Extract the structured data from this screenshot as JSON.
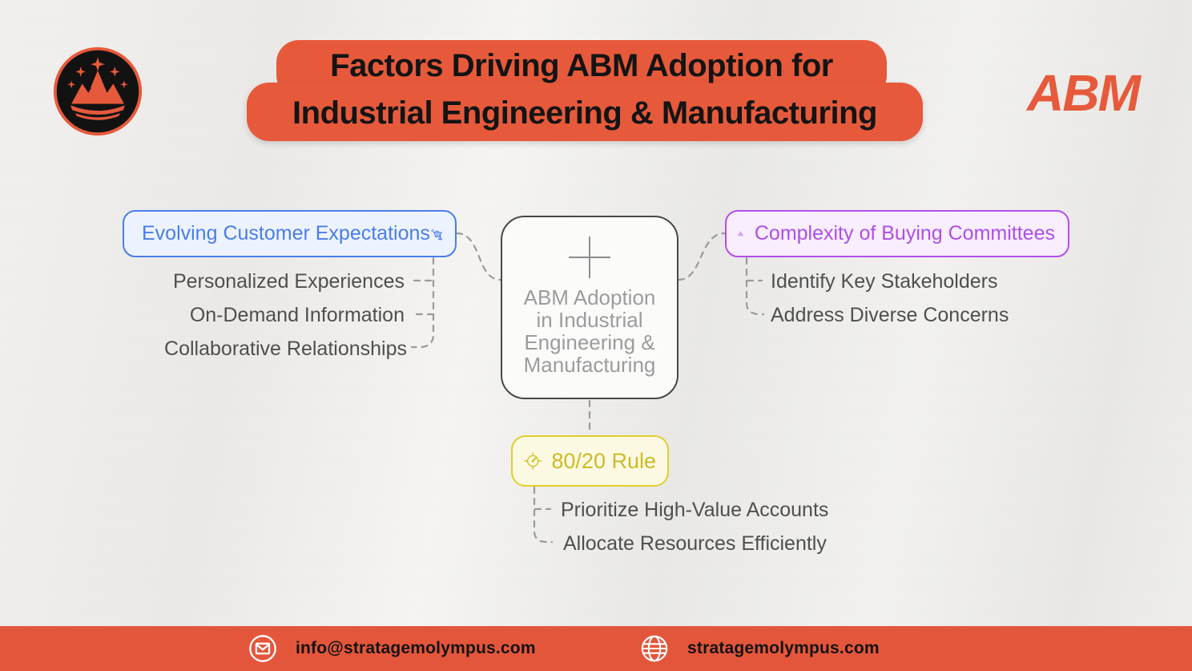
{
  "header": {
    "logo_icon": "mountain-crown-logo",
    "title_line1": "Factors Driving ABM Adoption for",
    "title_line2": "Industrial Engineering & Manufacturing",
    "brand_text": "ABM"
  },
  "colors": {
    "accent_orange": "#E65A3B",
    "branch_blue": "#4A7DE8",
    "branch_purple": "#B44FE8",
    "branch_yellow": "#E0CE2E",
    "connector_gray": "#9A9A9A"
  },
  "mindmap": {
    "center": {
      "icon": "plus-icon",
      "label_lines": [
        "ABM Adoption",
        "in Industrial",
        "Engineering &",
        "Manufacturing"
      ]
    },
    "branches": [
      {
        "label": "Evolving Customer Expectations",
        "icon": "shopping-basket-tap-icon",
        "items": [
          "Personalized Experiences",
          "On-Demand Information",
          "Collaborative Relationships"
        ]
      },
      {
        "label": "Complexity of Buying Committees",
        "icon": "org-chart-icon",
        "items": [
          "Identify Key Stakeholders",
          "Address Diverse Concerns"
        ]
      },
      {
        "label": "80/20 Rule",
        "icon": "gauge-icon",
        "items": [
          "Prioritize High-Value Accounts",
          "Allocate Resources Efficiently"
        ]
      }
    ]
  },
  "footer": {
    "email_icon": "mail-icon",
    "email": "info@stratagemolympus.com",
    "website_icon": "globe-icon",
    "website": "stratagemolympus.com"
  }
}
